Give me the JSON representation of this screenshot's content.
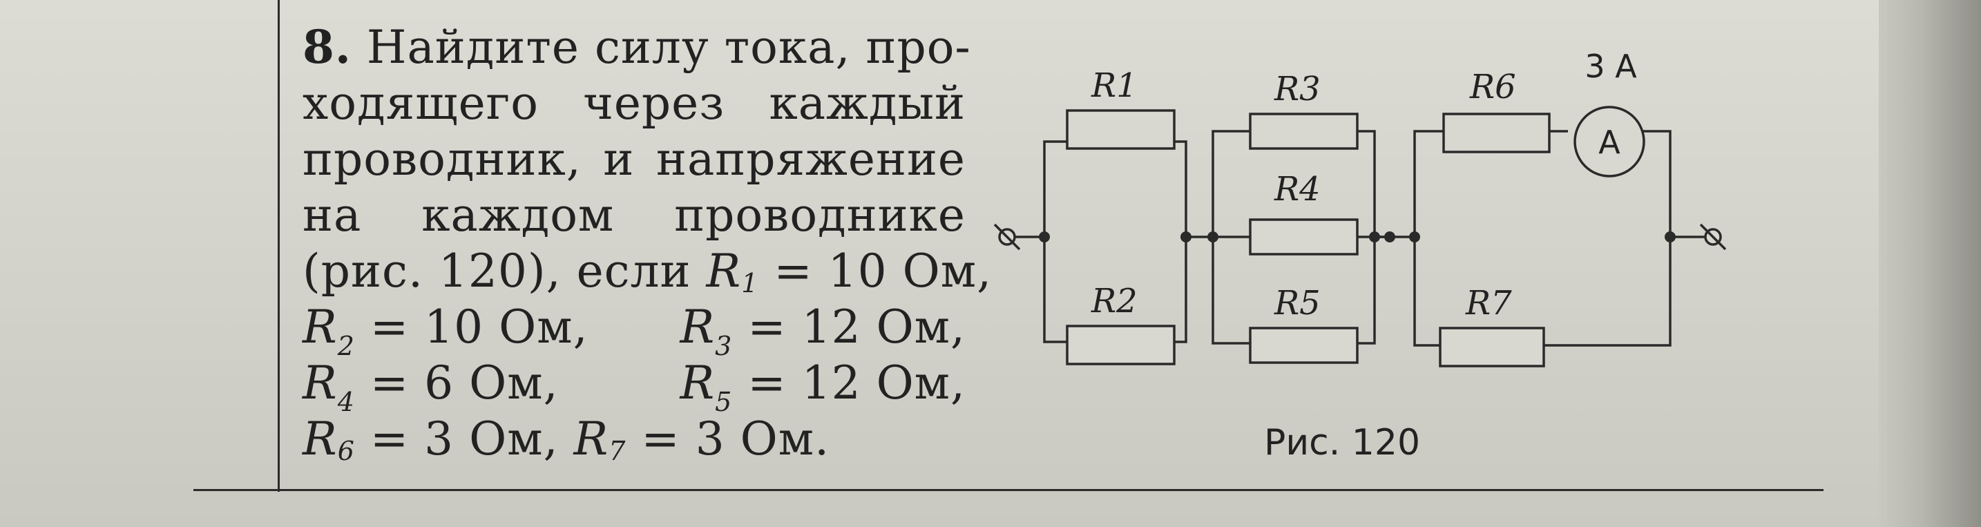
{
  "problem": {
    "number": "8.",
    "lines": [
      [
        "Найдите силу тока, про-"
      ],
      [
        "ходящего",
        "через",
        "каждый"
      ],
      [
        "проводник,",
        "и",
        "напряжение"
      ],
      [
        "на",
        "каждом",
        "проводнике"
      ]
    ],
    "line5": {
      "text": "(рис. 120), если",
      "r": "R",
      "sub": "1",
      "val": "= 10 Ом,"
    },
    "line6": {
      "r1": "R",
      "s1": "2",
      "v1": "= 10 Ом,",
      "r2": "R",
      "s2": "3",
      "v2": "= 12 Ом,"
    },
    "line7": {
      "r1": "R",
      "s1": "4",
      "v1": "= 6 Ом,",
      "r2": "R",
      "s2": "5",
      "v2": "= 12 Ом,"
    },
    "line8": {
      "r1": "R",
      "s1": "6",
      "v1": "= 3 Ом,",
      "r2": "R",
      "s2": "7",
      "v2": "= 3 Ом."
    }
  },
  "figure": {
    "labels": {
      "r1": "R1",
      "r2": "R2",
      "r3": "R3",
      "r4": "R4",
      "r5": "R5",
      "r6": "R6",
      "r7": "R7"
    },
    "ammeter_symbol": "A",
    "ammeter_reading": "3 A",
    "caption": "Рис. 120"
  }
}
